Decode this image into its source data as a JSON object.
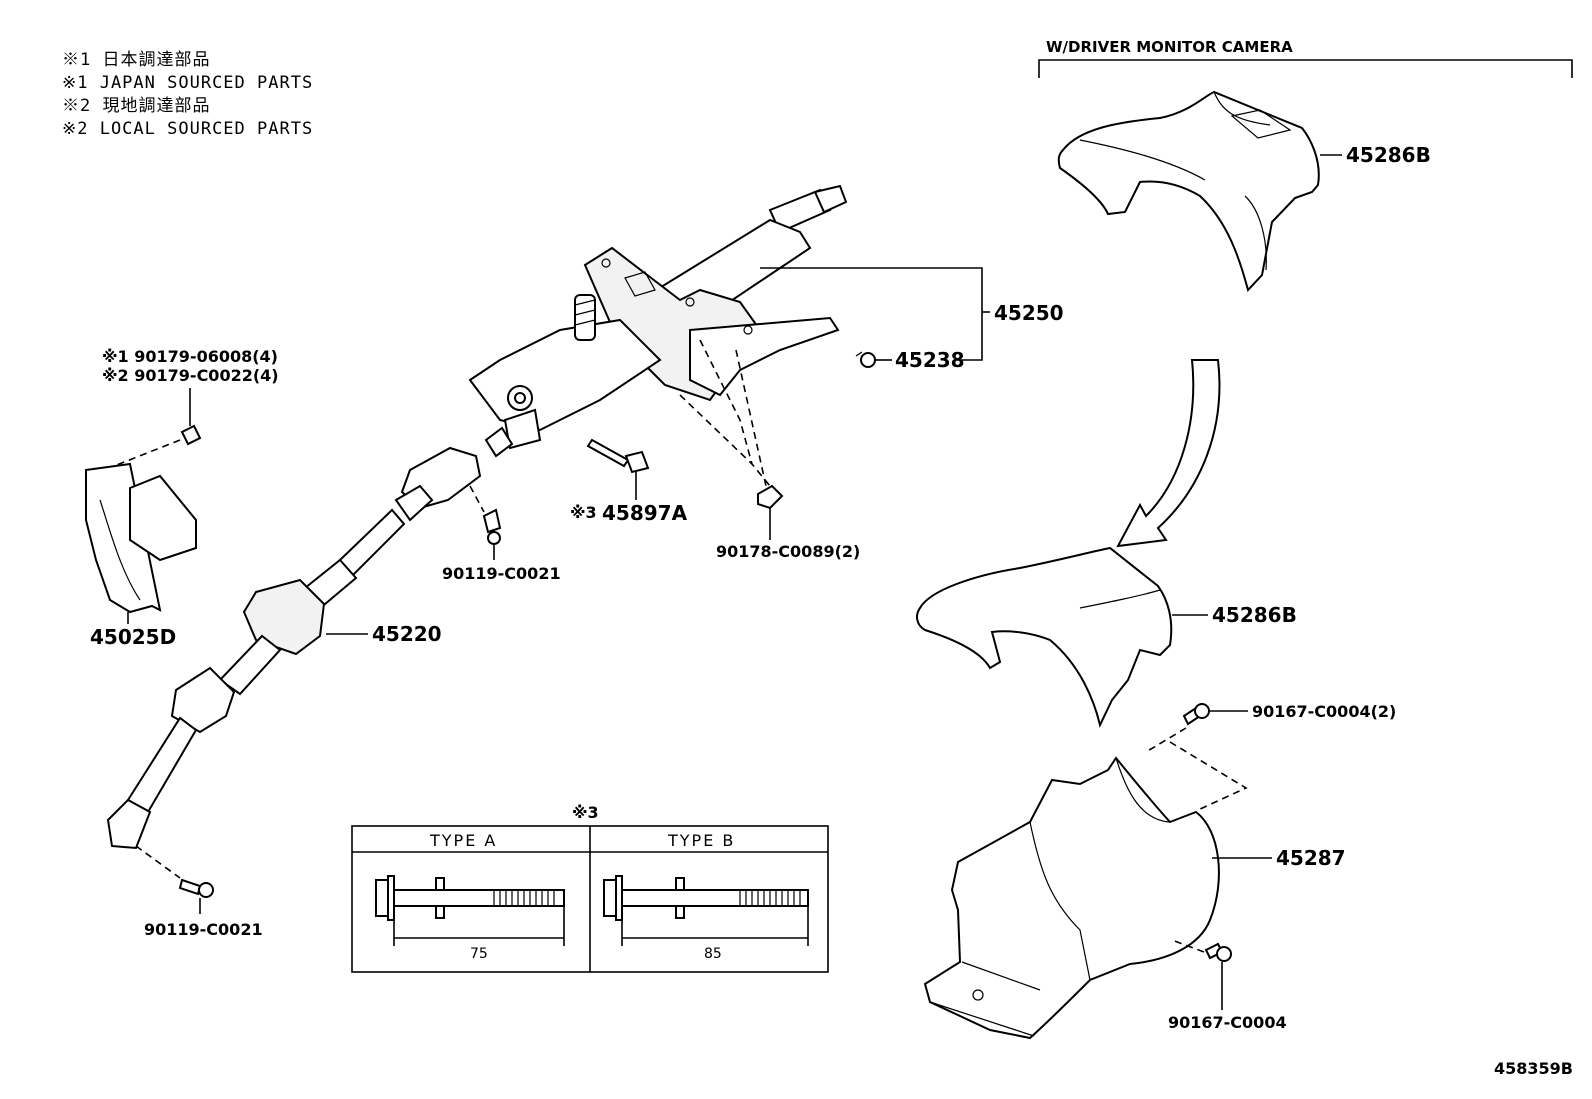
{
  "notes": [
    "※1 日本調達部品",
    "※1 JAPAN SOURCED PARTS",
    "※2 現地調達部品",
    "※2 LOCAL SOURCED PARTS"
  ],
  "header": "W/DRIVER MONITOR CAMERA",
  "parts": {
    "p45286b_top": "45286B",
    "p45250": "45250",
    "p45238": "45238",
    "nut_ref1": "※1 90179-06008(4)",
    "nut_ref2": "※2 90179-C0022(4)",
    "p45897a": "45897A",
    "p45897a_mark": "※3",
    "p90178": "90178-C0089(2)",
    "p90119_a": "90119-C0021",
    "p45025d": "45025D",
    "p45220": "45220",
    "p45286b_mid": "45286B",
    "p90167_2": "90167-C0004(2)",
    "p45287": "45287",
    "p90119_b": "90119-C0021",
    "p90167": "90167-C0004"
  },
  "bolt_table": {
    "mark": "※3",
    "type_a": "TYPE  A",
    "type_b": "TYPE  B",
    "length_a": "75",
    "length_b": "85"
  },
  "figure_id": "458359B"
}
